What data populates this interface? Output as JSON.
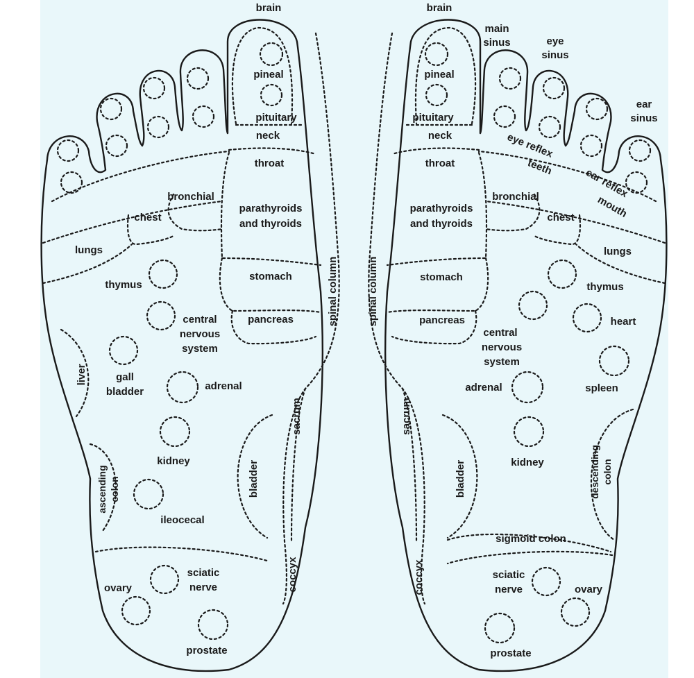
{
  "colors": {
    "background": "#e9f7fa",
    "ink": "#1a1a1a"
  },
  "left_foot": {
    "brain": "brain",
    "pineal": "pineal",
    "pituitary": "pituitary",
    "neck": "neck",
    "throat": "throat",
    "bronchial": "bronchial",
    "chest": "chest",
    "parathyroids_line1": "parathyroids",
    "parathyroids_line2": "and thyroids",
    "lungs": "lungs",
    "thymus": "thymus",
    "stomach": "stomach",
    "spinal_column": "spinal column",
    "central_line1": "central",
    "central_line2": "nervous",
    "central_line3": "system",
    "pancreas": "pancreas",
    "liver": "liver",
    "gall_line1": "gall",
    "gall_line2": "bladder",
    "adrenal": "adrenal",
    "sacrum": "sacrum",
    "kidney": "kidney",
    "ascending_line1": "ascending",
    "ascending_line2": "colon",
    "bladder": "bladder",
    "ileocecal": "ileocecal",
    "coccyx": "coccyx",
    "sciatic_line1": "sciatic",
    "sciatic_line2": "nerve",
    "ovary": "ovary",
    "prostate": "prostate"
  },
  "right_foot": {
    "brain": "brain",
    "main_sinus_line1": "main",
    "main_sinus_line2": "sinus",
    "eye_sinus_line1": "eye",
    "eye_sinus_line2": "sinus",
    "ear_sinus_line1": "ear",
    "ear_sinus_line2": "sinus",
    "pineal": "pineal",
    "pituitary": "pituitary",
    "neck": "neck",
    "eye_reflex": "eye reflex",
    "teeth": "teeth",
    "ear_reflex": "ear reflex",
    "mouth": "mouth",
    "throat": "throat",
    "bronchial": "bronchial",
    "chest": "chest",
    "parathyroids_line1": "parathyroids",
    "parathyroids_line2": "and thyroids",
    "lungs": "lungs",
    "spinal_column": "spinal column",
    "stomach": "stomach",
    "thymus": "thymus",
    "pancreas": "pancreas",
    "heart": "heart",
    "central_line1": "central",
    "central_line2": "nervous",
    "central_line3": "system",
    "adrenal": "adrenal",
    "spleen": "spleen",
    "sacrum": "sacrum",
    "descending_line1": "descending",
    "descending_line2": "colon",
    "kidney": "kidney",
    "bladder": "bladder",
    "sigmoid_colon": "sigmoid colon",
    "coccyx": "coccyx",
    "sciatic_line1": "sciatic",
    "sciatic_line2": "nerve",
    "ovary": "ovary",
    "prostate": "prostate"
  }
}
